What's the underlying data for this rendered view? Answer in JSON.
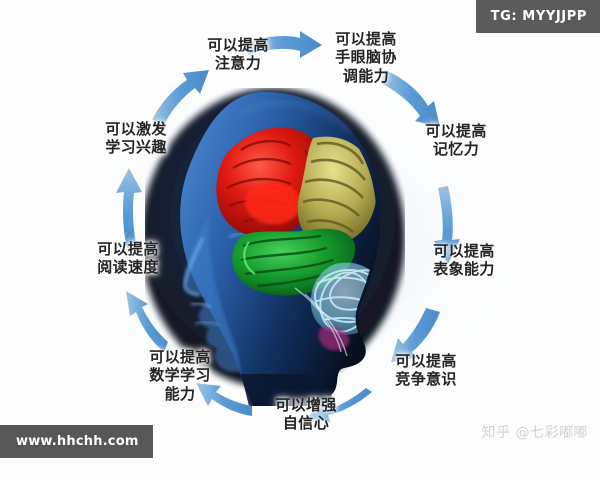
{
  "diagram": {
    "title_hidden": "",
    "accent_arrow_color": "#5b9bd5",
    "center": {
      "artwork_name": "human-head-brain-illustration",
      "regions": [
        {
          "name": "frontal-lobe",
          "color": "#d81f1f"
        },
        {
          "name": "parietal-lobe",
          "color": "#b9b35a"
        },
        {
          "name": "temporal-lobe",
          "color": "#1d8a33"
        },
        {
          "name": "cerebellum",
          "color": "#9fd8ef"
        },
        {
          "name": "head-silhouette",
          "color": "#1d3a72"
        }
      ]
    },
    "nodes": [
      {
        "id": "attention",
        "text": "可以提高\n注意力"
      },
      {
        "id": "coordination",
        "text": "可以提高\n手眼脑协\n调能力"
      },
      {
        "id": "memory",
        "text": "可以提高\n记忆力"
      },
      {
        "id": "imagery",
        "text": "可以提高\n表象能力"
      },
      {
        "id": "competition",
        "text": "可以提高\n竞争意识"
      },
      {
        "id": "confidence",
        "text": "可以增强\n自信心"
      },
      {
        "id": "math",
        "text": "可以提高\n数学学习\n能力"
      },
      {
        "id": "reading",
        "text": "可以提高\n阅读速度"
      },
      {
        "id": "interest",
        "text": "可以激发\n学习兴趣"
      }
    ]
  },
  "watermarks": {
    "telegram_badge": "TG: MYYJJPP",
    "site_badge": "www.hhchh.com",
    "zhihu_credit": "知乎 @七彩嘟嘟"
  }
}
